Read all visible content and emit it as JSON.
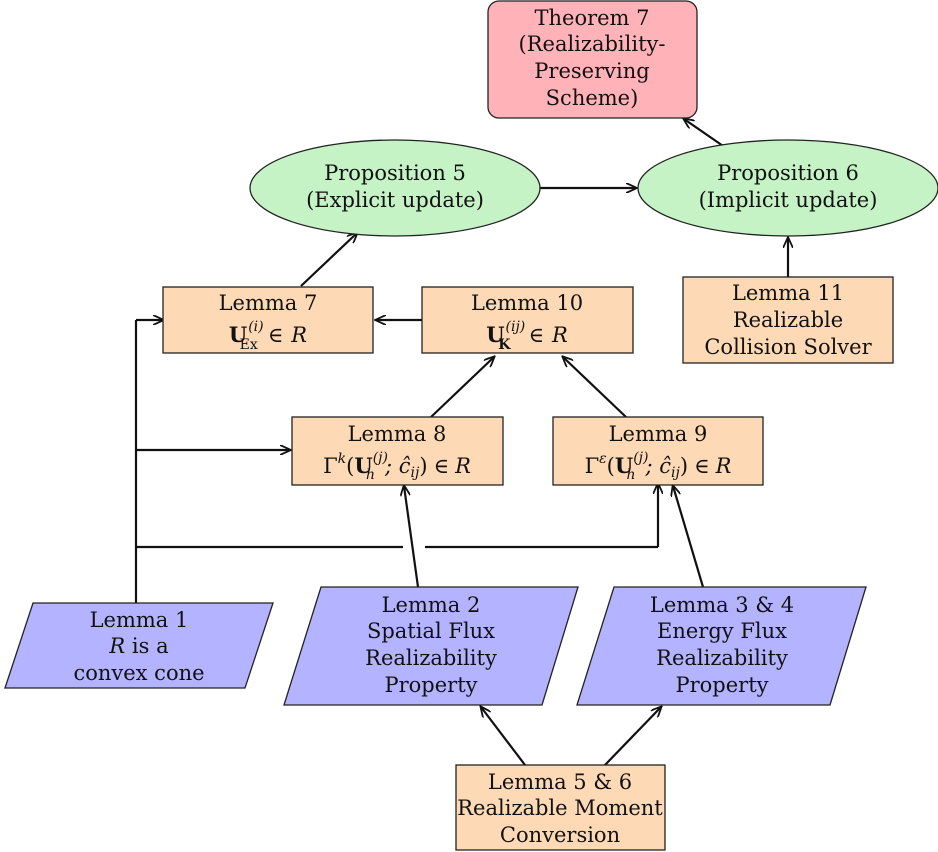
{
  "theorem7": {
    "title": "Theorem 7",
    "line2": "(Realizability-",
    "line3": "Preserving",
    "line4": "Scheme)"
  },
  "prop5": {
    "title": "Proposition 5",
    "line2": "(Explicit update)"
  },
  "prop6": {
    "title": "Proposition 6",
    "line2": "(Implicit update)"
  },
  "lemma7": {
    "title": "Lemma 7",
    "expr_base": "U",
    "expr_sup": "(i)",
    "expr_sub": "Ex",
    "expr_rel": "∈",
    "expr_set": "R"
  },
  "lemma10": {
    "title": "Lemma 10",
    "expr_base": "U",
    "expr_sup": "(ij)",
    "expr_sub": "K",
    "expr_rel": "∈",
    "expr_set": "R"
  },
  "lemma11": {
    "title": "Lemma 11",
    "line2": "Realizable",
    "line3": "Collision Solver"
  },
  "lemma8": {
    "title": "Lemma 8",
    "gamma": "Γ",
    "gamma_sup": "k",
    "arg_base": "U",
    "arg_sup": "(j)",
    "arg_sub": "h",
    "arg_rest": "; ĉ",
    "arg_rest_sub": "ij",
    "close": ")",
    "rel": "∈",
    "set": "R"
  },
  "lemma9": {
    "title": "Lemma 9",
    "gamma": "Γ",
    "gamma_sup": "ε",
    "arg_base": "U",
    "arg_sup": "(j)",
    "arg_sub": "h",
    "arg_rest": "; ĉ",
    "arg_rest_sub": "ij",
    "close": ")",
    "rel": "∈",
    "set": "R"
  },
  "lemma1": {
    "title": "Lemma 1",
    "line2_set": "R",
    "line2_rest": " is a",
    "line3": "convex cone"
  },
  "lemma2": {
    "title": "Lemma 2",
    "line2": "Spatial Flux",
    "line3": "Realizability",
    "line4": "Property"
  },
  "lemma34": {
    "title": "Lemma 3 & 4",
    "line2": "Energy Flux",
    "line3": "Realizability",
    "line4": "Property"
  },
  "lemma56": {
    "title": "Lemma 5 & 6",
    "line2": "Realizable Moment",
    "line3": "Conversion"
  },
  "colors": {
    "orange": "#fdd9b5",
    "red": "#ffb3b8",
    "green": "#c5f3c5",
    "blue": "#b3b3ff"
  }
}
